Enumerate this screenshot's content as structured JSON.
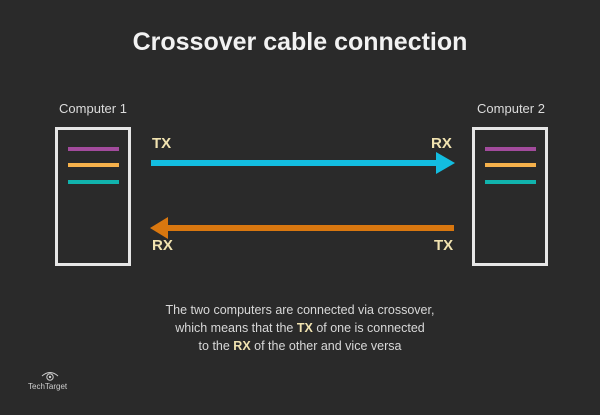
{
  "title": "Crossover cable connection",
  "computer1": {
    "label": "Computer 1",
    "tx": "TX",
    "rx": "RX"
  },
  "computer2": {
    "label": "Computer 2",
    "tx": "TX",
    "rx": "RX"
  },
  "caption": {
    "line1": "The two computers are connected via crossover,",
    "line2_a": "which means that the ",
    "line2_tx": "TX",
    "line2_b": " of one is connected",
    "line3_a": "to the ",
    "line3_rx": "RX",
    "line3_b": " of the other and vice versa"
  },
  "logo": "TechTarget",
  "colors": {
    "purple": "#a24b9c",
    "yellow": "#f5b14b",
    "teal": "#11b3ad",
    "cyan": "#13bde0",
    "orange": "#d9770f"
  }
}
